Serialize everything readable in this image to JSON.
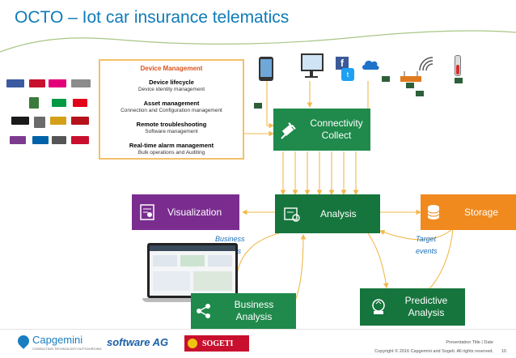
{
  "slide": {
    "title": "OCTO – Iot car insurance telematics",
    "page_number": "10"
  },
  "device_management": {
    "heading": "Device Management",
    "items": [
      {
        "title": "Device lifecycle",
        "subtitle": "Device identity management"
      },
      {
        "title": "Asset management",
        "subtitle": "Connection and Configuration management"
      },
      {
        "title": "Remote troubleshooting",
        "subtitle": "Software management"
      },
      {
        "title": "Real-time alarm management",
        "subtitle": "Bulk operations and Auditing"
      }
    ]
  },
  "nodes": {
    "connectivity": "Connectivity\nCollect",
    "visualization": "Visualization",
    "analysis": "Analysis",
    "storage": "Storage",
    "business_analysis": "Business\nAnalysis",
    "predictive_analysis": "Predictive\nAnalysis"
  },
  "edge_labels": {
    "business_events": "Business\nEvents",
    "target_events": "Target\nevents"
  },
  "footer": {
    "presentation_title": "Presentation Title | Date",
    "copyright": "Copyright © 2016 Capgemini and Sogeti. All rights reserved.",
    "logos": [
      "Capgemini",
      "software AG",
      "SOGETI"
    ],
    "capgemini_tagline": "CONSULTING.TECHNOLOGY.OUTSOURCING"
  },
  "colors": {
    "title_blue": "#0e7bb8",
    "green": "#1f8a4c",
    "dark_green": "#16753d",
    "purple": "#7a2d8f",
    "orange": "#f08a1f",
    "arrow_yellow": "#f2b84b",
    "dm_border": "#f3c06a",
    "dm_heading": "#d9531e"
  },
  "icons": [
    "smartphone-icon",
    "monitor-icon",
    "facebook-icon",
    "twitter-icon",
    "cloud-icon",
    "wifi-icon",
    "router-icon",
    "thermometer-icon",
    "envelope-icon",
    "gauge-icon",
    "tablet-icon"
  ]
}
